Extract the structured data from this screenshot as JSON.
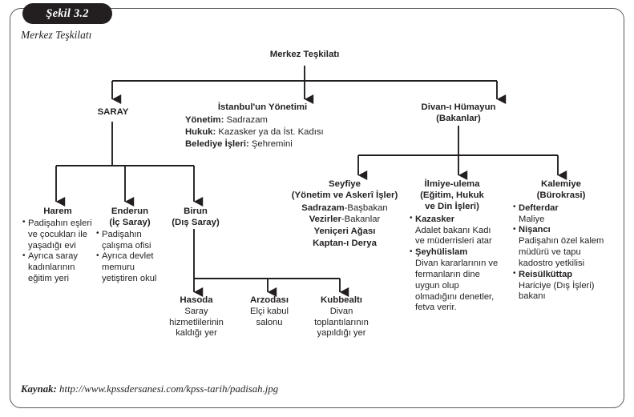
{
  "figure": {
    "pill_label": "Şekil 3.2",
    "caption": "Merkez Teşkilatı"
  },
  "source": {
    "label": "Kaynak:",
    "url": "http://www.kpssdersanesi.com/kpss-tarih/padisah.jpg"
  },
  "chart_data": {
    "type": "diagram",
    "title": "Merkez Teşkilatı",
    "orientation": "top-down-tree"
  },
  "diagram": {
    "root": {
      "title": "Merkez Teşkilatı"
    },
    "level1": [
      {
        "title": "SARAY"
      },
      {
        "title": "İstanbul'un Yönetimi",
        "rows": [
          {
            "key": "Yönetim:",
            "value": " Sadrazam"
          },
          {
            "key": "Hukuk:",
            "value": " Kazasker ya da İst. Kadısı"
          },
          {
            "key": "Belediye İşleri:",
            "value": " Şehremini"
          }
        ]
      },
      {
        "title": "Divan-ı Hümayun",
        "title2": "(Bakanlar)"
      }
    ],
    "saray_children": [
      {
        "title": "Harem",
        "bullets": [
          {
            "text": "Padişahın eşleri ve çocukları ile yaşadığı evi"
          },
          {
            "text": "Ayrıca saray kadınlarının eğitim yeri"
          }
        ]
      },
      {
        "title": "Enderun",
        "title2": "(İç Saray)",
        "bullets": [
          {
            "text": "Padişahın çalışma ofisi"
          },
          {
            "text": "Ayrıca devlet memuru yetiştiren okul"
          }
        ]
      },
      {
        "title": "Birun",
        "title2": "(Dış Saray)"
      }
    ],
    "birun_children": [
      {
        "title": "Hasoda",
        "desc": "Saray hizmetlilerinin kaldığı yer"
      },
      {
        "title": "Arzodası",
        "desc": "Elçi kabul salonu"
      },
      {
        "title": "Kubbealtı",
        "desc": "Divan toplantılarının yapıldığı yer"
      }
    ],
    "divan_children": [
      {
        "title": "Seyfiye",
        "title2": "(Yönetim ve Askerî İşler)",
        "rows": [
          {
            "bold": "Sadrazam",
            "rest": "-Başbakan"
          },
          {
            "bold": "Vezirler",
            "rest": "-Bakanlar"
          },
          {
            "bold": "Yeniçeri Ağası",
            "rest": ""
          },
          {
            "bold": "Kaptan-ı Derya",
            "rest": ""
          }
        ]
      },
      {
        "title": "İlmiye-ulema",
        "title2": "(Eğitim, Hukuk",
        "title3": "ve Din İşleri)",
        "bullets": [
          {
            "term": "Kazasker",
            "desc": "Adalet bakanı Kadı ve müderrisleri atar"
          },
          {
            "term": "Şeyhülislam",
            "desc": "Divan kararlarının ve fermanların dine uygun olup olmadığını denetler, fetva verir."
          }
        ]
      },
      {
        "title": "Kalemiye",
        "title2": "(Bürokrasi)",
        "bullets": [
          {
            "term": "Defterdar",
            "desc": "Maliye"
          },
          {
            "term": "Nişancı",
            "desc": "Padişahın özel kalem müdürü ve tapu kadostro yetkilisi"
          },
          {
            "term": "Reisülküttap",
            "desc": "Hariciye (Dış İşleri) bakanı"
          }
        ]
      }
    ]
  },
  "colors": {
    "ink": "#231f20",
    "frame": "#58595b",
    "pill_bg": "#231f20",
    "pill_text": "#ffffff"
  }
}
